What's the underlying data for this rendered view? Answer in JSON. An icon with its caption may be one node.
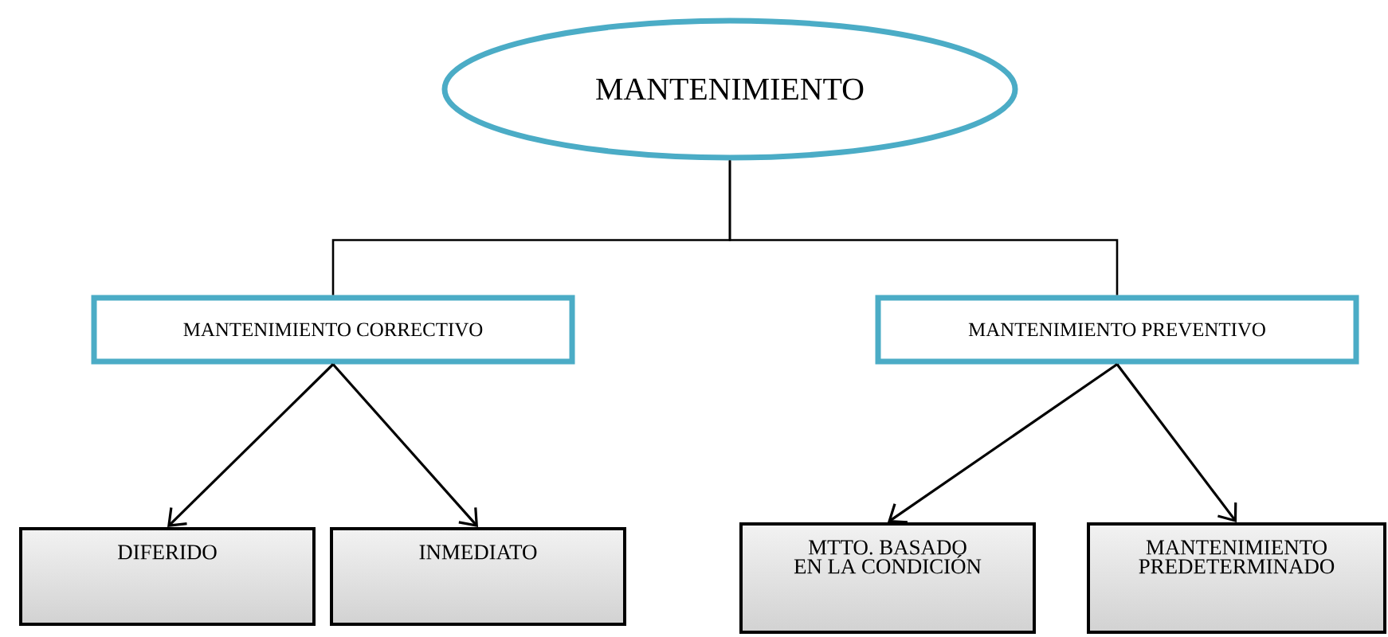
{
  "diagram": {
    "nodes": [
      {
        "text": [
          "MANTENIMIENTO"
        ]
      },
      {
        "text": [
          "MANTENIMIENTO CORRECTIVO"
        ]
      },
      {
        "text": [
          "MANTENIMIENTO PREVENTIVO"
        ]
      },
      {
        "text": [
          "DIFERIDO"
        ]
      },
      {
        "text": [
          "INMEDIATO"
        ]
      },
      {
        "text": [
          "MTTO. BASADO EN LA CONDICIÓN"
        ]
      },
      {
        "text": [
          "MANTENIMIENTO PREDETERMINADO"
        ]
      }
    ],
    "edges": [
      {
        "from": 0,
        "to": 1,
        "arrow": "none"
      },
      {
        "from": 0,
        "to": 2,
        "arrow": "none"
      },
      {
        "from": 1,
        "to": 3,
        "arrow": "to"
      },
      {
        "from": 1,
        "to": 4,
        "arrow": "to"
      },
      {
        "from": 2,
        "to": 5,
        "arrow": "to"
      },
      {
        "from": 2,
        "to": 6,
        "arrow": "to"
      }
    ]
  }
}
